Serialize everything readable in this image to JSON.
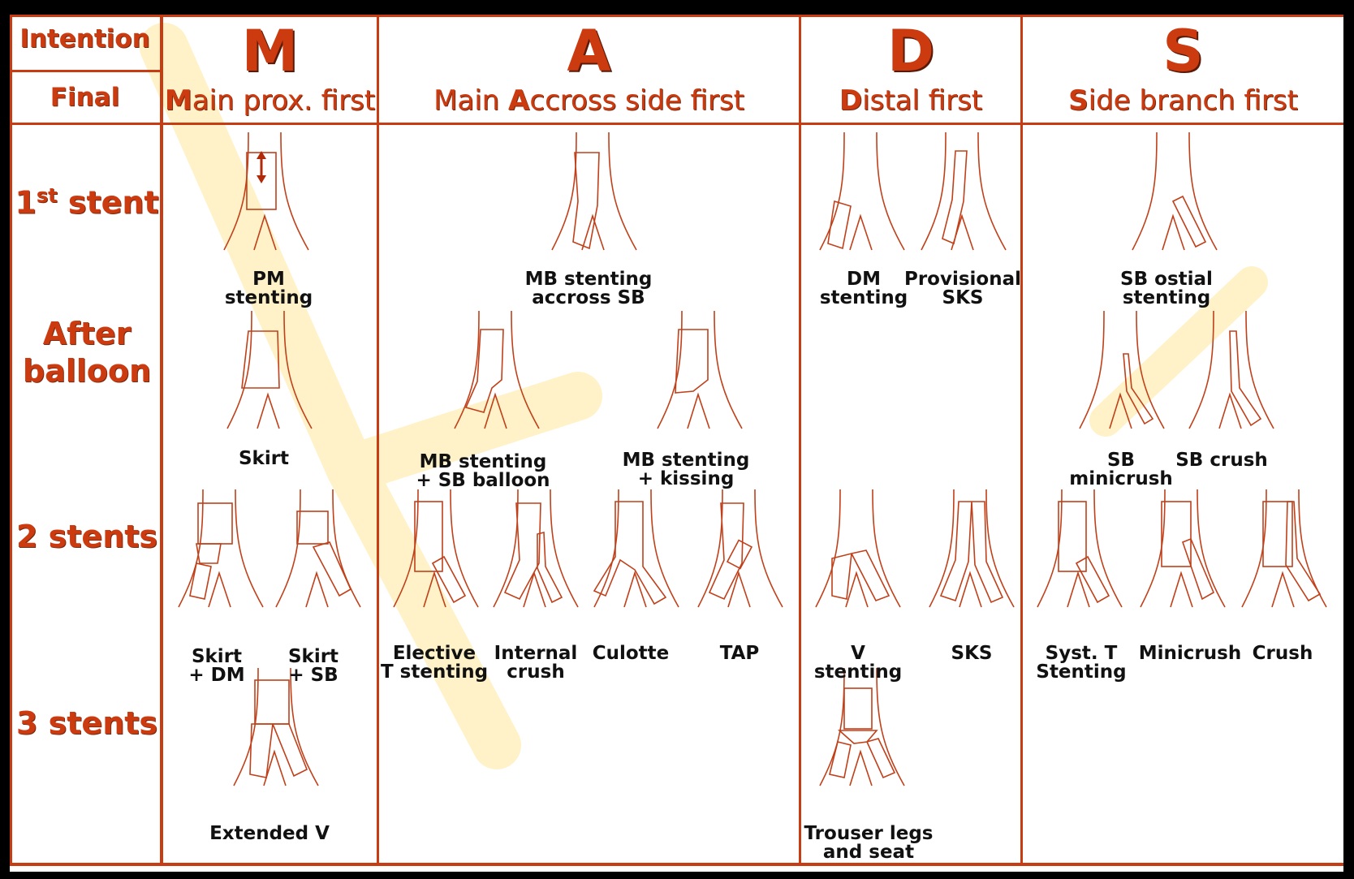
{
  "row_header": {
    "intention": "Intention",
    "final": "Final"
  },
  "columns": [
    {
      "letter": "M",
      "first_letter": "M",
      "rest": "ain prox. first"
    },
    {
      "letter": "A",
      "pre": "Main ",
      "first_letter": "A",
      "rest": "ccross side first"
    },
    {
      "letter": "D",
      "first_letter": "D",
      "rest": "istal first"
    },
    {
      "letter": "S",
      "first_letter": "S",
      "rest": "ide branch first"
    }
  ],
  "rows": {
    "first_stent": {
      "main": "1",
      "sup": "st",
      "rest": " stent"
    },
    "after_balloon": "After\nballoon",
    "two_stents": "2 stents",
    "three_stents": "3 stents"
  },
  "captions": {
    "pm_stenting": "PM\nstenting",
    "mb_stenting_accross_sb": "MB stenting\naccross SB",
    "dm_stenting": "DM\nstenting",
    "provisional_sks": "Provisional\nSKS",
    "sb_ostial_stenting": "SB ostial stenting",
    "skirt": "Skirt",
    "mb_stenting_sb_balloon": "MB stenting\n+ SB balloon",
    "mb_stenting_kissing": "MB stenting\n+ kissing",
    "sb_minicrush": "SB\nminicrush",
    "sb_crush": "SB crush",
    "skirt_dm": "Skirt\n+ DM",
    "skirt_sb": "Skirt\n+ SB",
    "elective_t_stenting": "Elective\nT stenting",
    "internal_crush": "Internal\ncrush",
    "culotte": "Culotte",
    "tap": "TAP",
    "v_stenting": "V\nstenting",
    "sks": "SKS",
    "syst_t_stenting": "Syst. T\nStenting",
    "minicrush": "Minicrush",
    "crush": "Crush",
    "extended_v": "Extended V",
    "trouser_legs": "Trouser legs\nand seat"
  },
  "colors": {
    "accent": "#cc3a10",
    "grid": "#c83c14",
    "stroke": "#c0401a",
    "frame": "#000000"
  }
}
